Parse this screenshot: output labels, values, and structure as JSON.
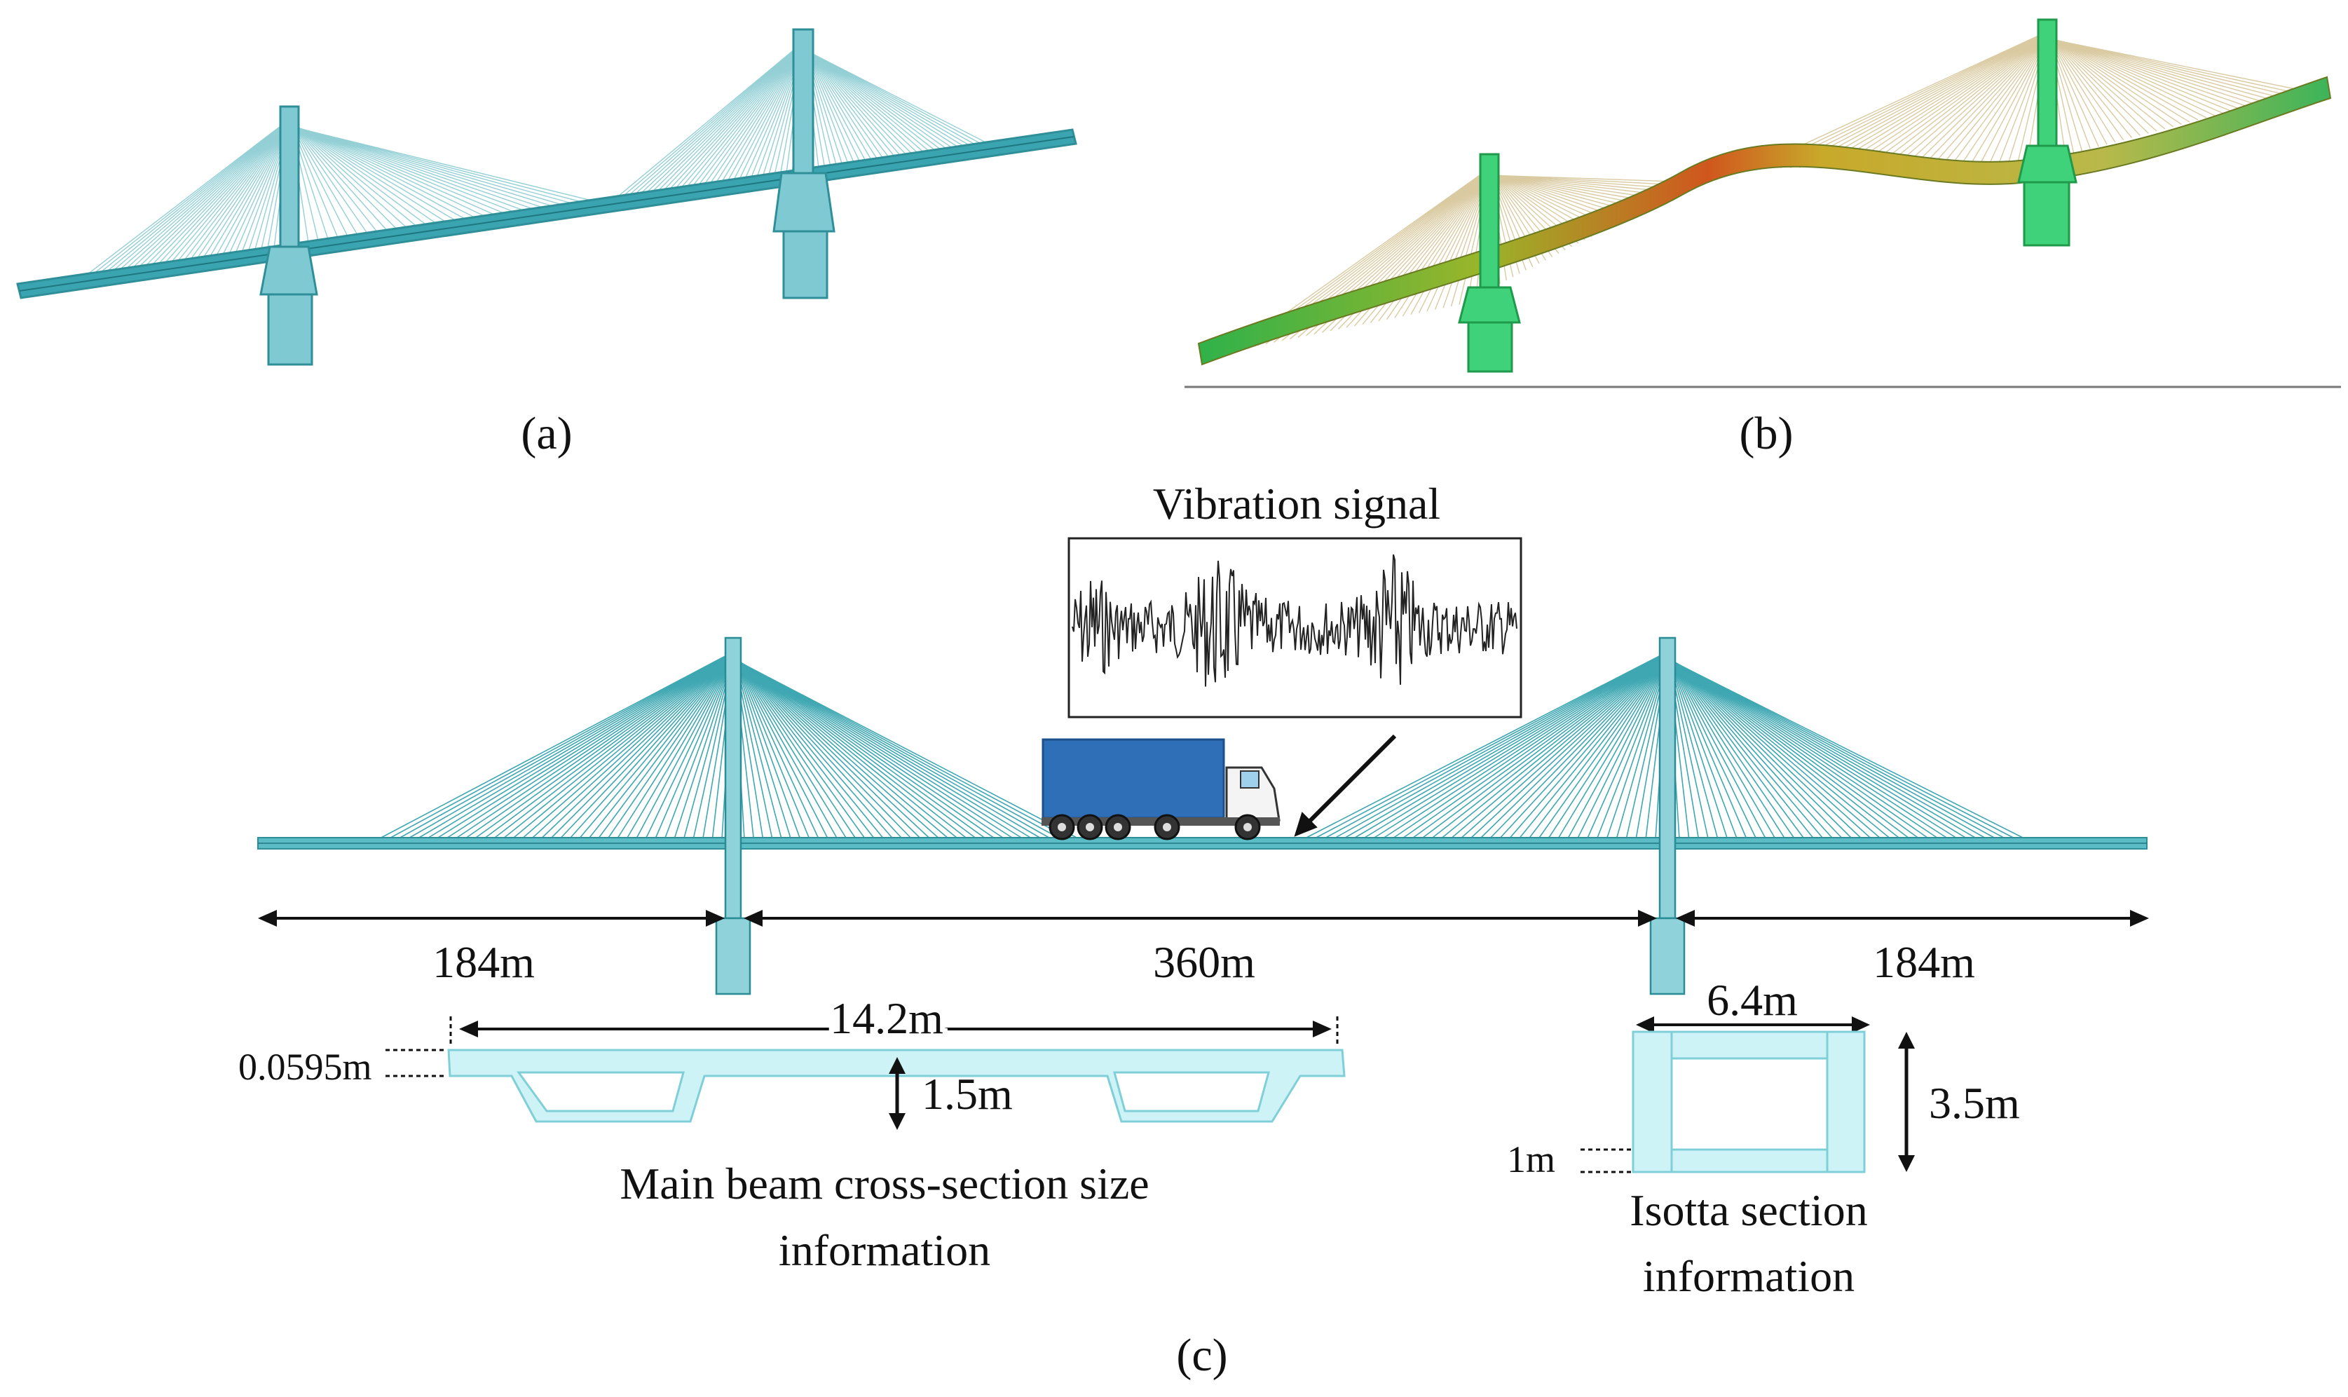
{
  "panels": {
    "a": "(a)",
    "b": "(b)",
    "c": "(c)"
  },
  "vibration": {
    "title": "Vibration signal"
  },
  "spans": {
    "left": "184m",
    "middle": "360m",
    "right": "184m"
  },
  "main_beam": {
    "width": "14.2m",
    "depth": "1.5m",
    "thickness": "0.0595m",
    "caption_line1": "Main beam cross-section size",
    "caption_line2": "information"
  },
  "tower_section": {
    "width": "6.4m",
    "height": "3.5m",
    "wall": "1m",
    "caption_line1": "Isotta section",
    "caption_line2": "information"
  },
  "colors": {
    "model": "#2f9aa6",
    "model_light": "#9fd8df",
    "section_fill": "#cdf3f6",
    "section_stroke": "#7fcfd8",
    "truck_box": "#2f6fb8",
    "signal": "#222222"
  }
}
